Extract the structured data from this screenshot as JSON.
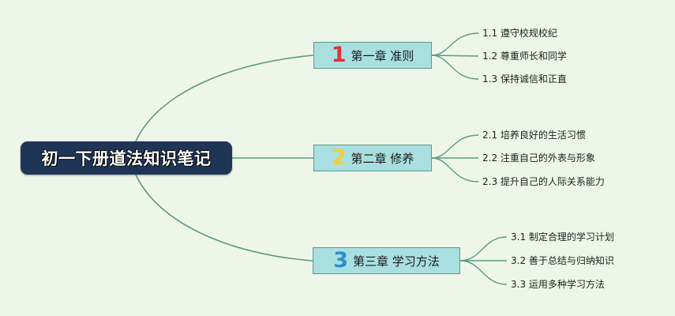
{
  "root": {
    "label": "初一下册道法知识笔记"
  },
  "chapters": [
    {
      "number": "1",
      "number_color": "#e0313d",
      "title": "第一章 准则",
      "topics": [
        "1.1 遵守校规校纪",
        "1.2 尊重师长和同学",
        "1.3 保持诚信和正直"
      ]
    },
    {
      "number": "2",
      "number_color": "#f2cf3a",
      "title": "第二章 修养",
      "topics": [
        "2.1 培养良好的生活习惯",
        "2.2 注重自己的外表与形象",
        "2.3 提升自己的人际关系能力"
      ]
    },
    {
      "number": "3",
      "number_color": "#2b8fd6",
      "title": "第三章 学习方法",
      "topics": [
        "3.1 制定合理的学习计划",
        "3.2 善于总结与归纳知识",
        "3.3 运用多种学习方法"
      ]
    }
  ],
  "colors": {
    "background": "#eef6ea",
    "root_fill": "#1f3556",
    "chapter_fill": "#a9dfe0",
    "connector": "#5b9b86"
  }
}
